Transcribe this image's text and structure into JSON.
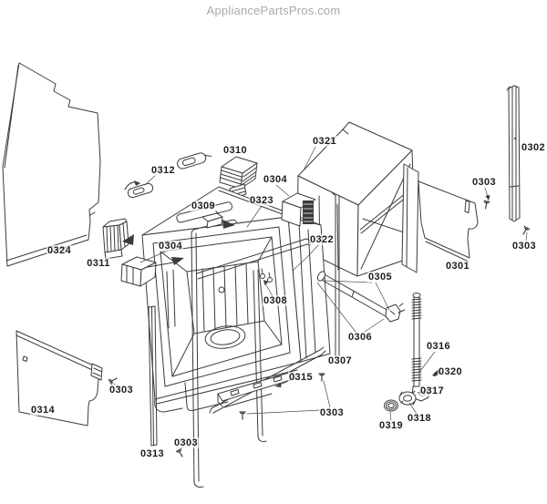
{
  "header": {
    "site": "AppliancePartsPros.com"
  },
  "colors": {
    "background": "#ffffff",
    "line_art": "#3b3b3b",
    "label_text": "#1c1c1c",
    "watermark_text": "#a9a9a9"
  },
  "diagram": {
    "type": "exploded-parts-diagram",
    "labels": [
      {
        "text": "0324"
      },
      {
        "text": "0311"
      },
      {
        "text": "0312"
      },
      {
        "text": "0310"
      },
      {
        "text": "0309"
      },
      {
        "text": "0323"
      },
      {
        "text": "0304"
      },
      {
        "text": "0304"
      },
      {
        "text": "0321"
      },
      {
        "text": "0322"
      },
      {
        "text": "0308"
      },
      {
        "text": "0305"
      },
      {
        "text": "0306"
      },
      {
        "text": "0307"
      },
      {
        "text": "0301"
      },
      {
        "text": "0302"
      },
      {
        "text": "0303"
      },
      {
        "text": "0303"
      },
      {
        "text": "0303"
      },
      {
        "text": "0303"
      },
      {
        "text": "0303"
      },
      {
        "text": "0313"
      },
      {
        "text": "0314"
      },
      {
        "text": "0315"
      },
      {
        "text": "0316"
      },
      {
        "text": "0320"
      },
      {
        "text": "0317"
      },
      {
        "text": "0318"
      },
      {
        "text": "0319"
      }
    ]
  }
}
